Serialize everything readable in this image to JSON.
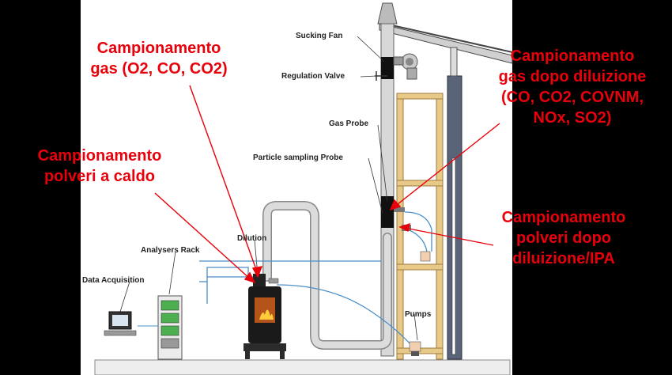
{
  "diagram": {
    "labels": {
      "sucking_fan": "Sucking Fan",
      "regulation_valve": "Regulation Valve",
      "gas_probe": "Gas Probe",
      "particle_probe": "Particle sampling Probe",
      "dilution": "Dilution",
      "analysers_rack": "Analysers Rack",
      "data_acquisition": "Data Acquisition",
      "pumps": "Pumps"
    },
    "callouts": {
      "gas_hot_1": "Campionamento",
      "gas_hot_2": "gas (O2, CO, CO2)",
      "dust_hot_1": "Campionamento",
      "dust_hot_2": "polveri a caldo",
      "gas_diluted_1": "Campionamento",
      "gas_diluted_2": "gas dopo diluizione",
      "gas_diluted_3": "(CO, CO2, COVNM,",
      "gas_diluted_4": "NOx, SO2)",
      "dust_diluted_1": "Campionamento",
      "dust_diluted_2": "polveri dopo",
      "dust_diluted_3": "diluizione/IPA"
    },
    "colors": {
      "callout": "#e8000b",
      "background": "#000000",
      "panel": "#ffffff",
      "pipe": "#c9c9c9",
      "line": "#4a8fc8",
      "wood": "#e7c98a"
    }
  }
}
